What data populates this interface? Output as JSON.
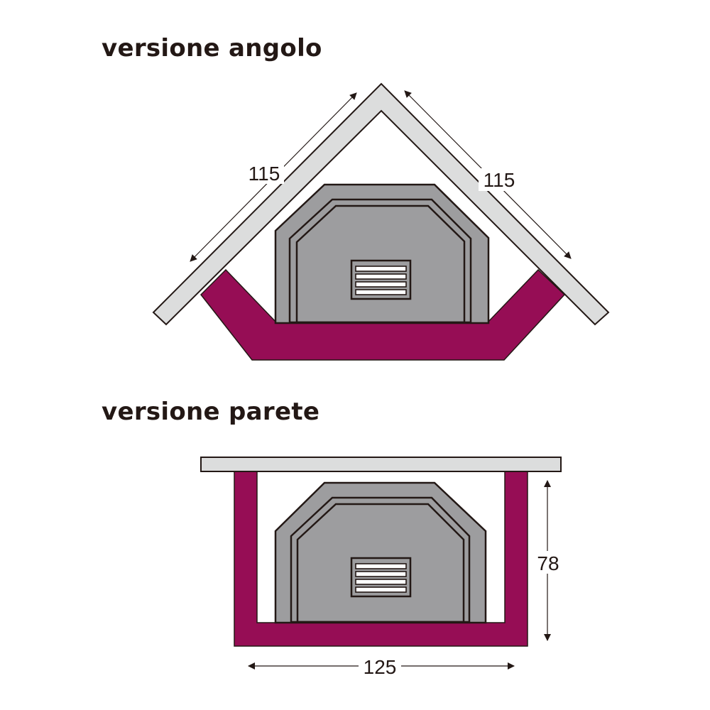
{
  "headings": {
    "corner_version": "versione angolo",
    "wall_version": "versione parete"
  },
  "dimensions": {
    "corner_left": "115",
    "corner_right": "115",
    "wall_height": "78",
    "wall_width": "125"
  },
  "colors": {
    "wall": "#dcdddd",
    "frame": "#960d55",
    "oven_body": "#9d9d9f",
    "outline": "#231815",
    "text": "#231815",
    "background": "#ffffff"
  }
}
